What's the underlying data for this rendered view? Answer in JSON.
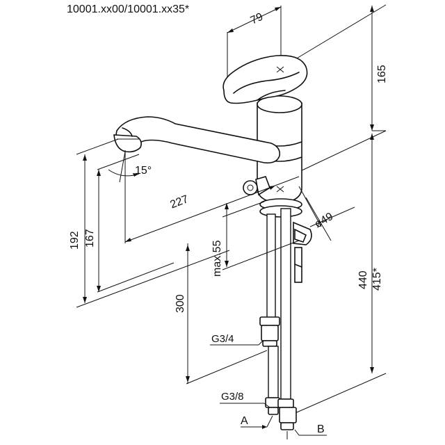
{
  "model_code": "10001.xx00/10001.xx35*",
  "dimensions": {
    "lever_reach": "79",
    "upper_height": "165",
    "spout_angle": "15°",
    "spout_reach": "227",
    "spout_height_outer": "192",
    "spout_height_inner": "167",
    "max_counter_thickness": "max.55",
    "base_diameter": "ø49",
    "hose_length": "300",
    "total_height": "440",
    "total_height_alt": "415*"
  },
  "threads": {
    "upper": "G3/4",
    "lower": "G3/8"
  },
  "connections": {
    "a": "A",
    "b": "B"
  }
}
